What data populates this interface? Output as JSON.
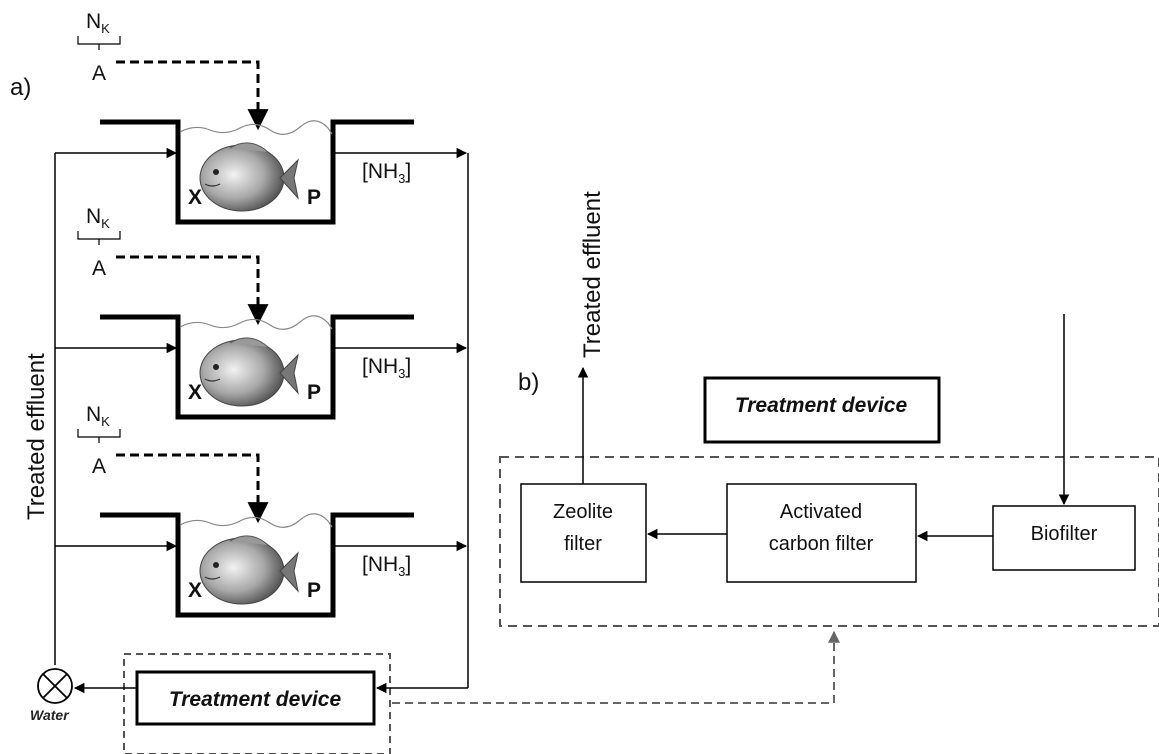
{
  "panel_a_label": "a)",
  "panel_b_label": "b)",
  "tanks": [
    {
      "nk_label": "N",
      "nk_sub": "K",
      "a_label": "A",
      "x_label": "X",
      "p_label": "P",
      "nh3_label": "[NH",
      "nh3_sub": "3",
      "nh3_close": "]"
    },
    {
      "nk_label": "N",
      "nk_sub": "K",
      "a_label": "A",
      "x_label": "X",
      "p_label": "P",
      "nh3_label": "[NH",
      "nh3_sub": "3",
      "nh3_close": "]"
    },
    {
      "nk_label": "N",
      "nk_sub": "K",
      "a_label": "A",
      "x_label": "X",
      "p_label": "P",
      "nh3_label": "[NH",
      "nh3_sub": "3",
      "nh3_close": "]"
    }
  ],
  "left_vertical_label": "Treated effluent",
  "water_label": "Water",
  "treatment_device_a": "Treatment device",
  "treatment_device_b": "Treatment device",
  "treated_effluent_b": "Treated effluent",
  "zeolite_line1": "Zeolite",
  "zeolite_line2": "filter",
  "carbon_line1": "Activated",
  "carbon_line2": "carbon filter",
  "biofilter": "Biofilter",
  "icons": {
    "fish": "fish-icon",
    "valve": "valve-icon"
  }
}
